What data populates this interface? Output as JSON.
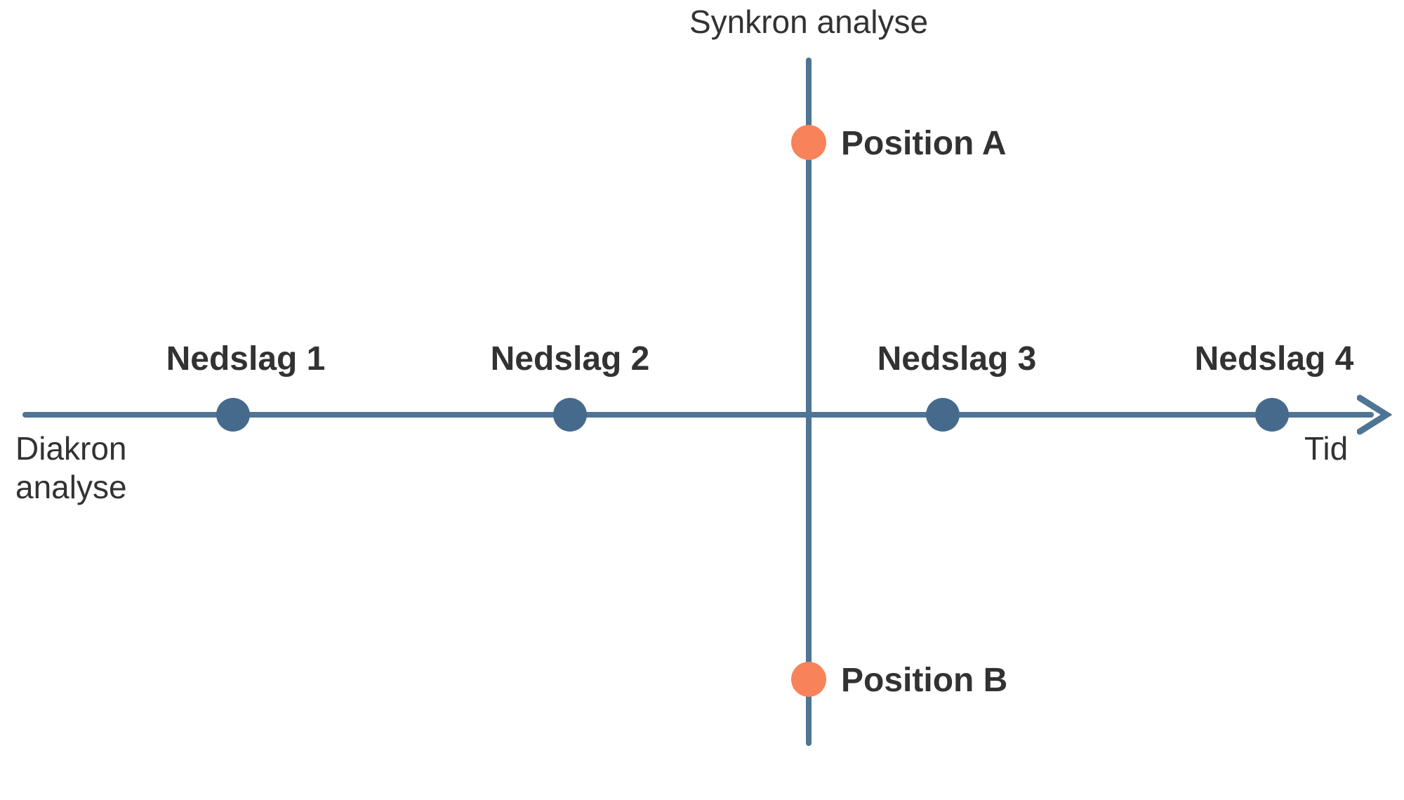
{
  "diagram": {
    "axes": {
      "vertical_label": "Synkron analyse",
      "horizontal_left_label": "Diakron analyse",
      "horizontal_right_label": "Tid"
    },
    "timeline_points": [
      {
        "label": "Nedslag 1"
      },
      {
        "label": "Nedslag 2"
      },
      {
        "label": "Nedslag 3"
      },
      {
        "label": "Nedslag 4"
      }
    ],
    "position_points": [
      {
        "label": "Position A"
      },
      {
        "label": "Position B"
      }
    ],
    "colors": {
      "axis": "#4f7494",
      "timeline-dot": "#466a8c",
      "position-dot": "#f8835a",
      "text": "#323232"
    }
  }
}
